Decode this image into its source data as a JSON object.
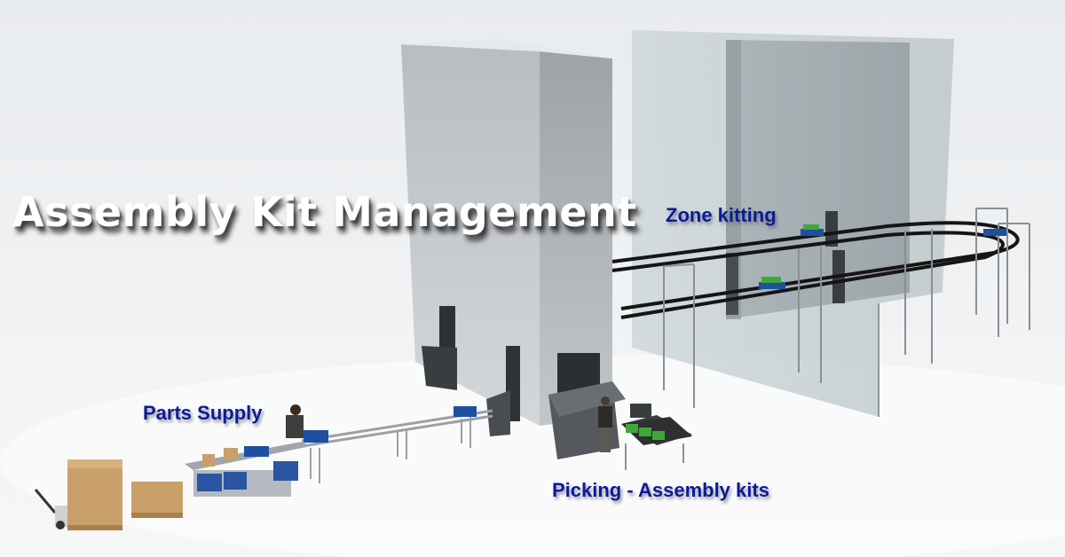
{
  "title": "Assembly Kit Management",
  "labels": {
    "zone_kitting": "Zone kitting",
    "parts_supply": "Parts Supply",
    "picking": "Picking - Assembly kits"
  },
  "colors": {
    "label_text": "#0a1b9a",
    "title_text": "#ffffff",
    "tower_front": "#c2c6ca",
    "tower_side": "#a9aeb3",
    "glass": "#9aa7ad",
    "bin_blue": "#1e4fa0",
    "kit_green": "#3fa83a",
    "box_cardboard": "#c9a06a"
  }
}
